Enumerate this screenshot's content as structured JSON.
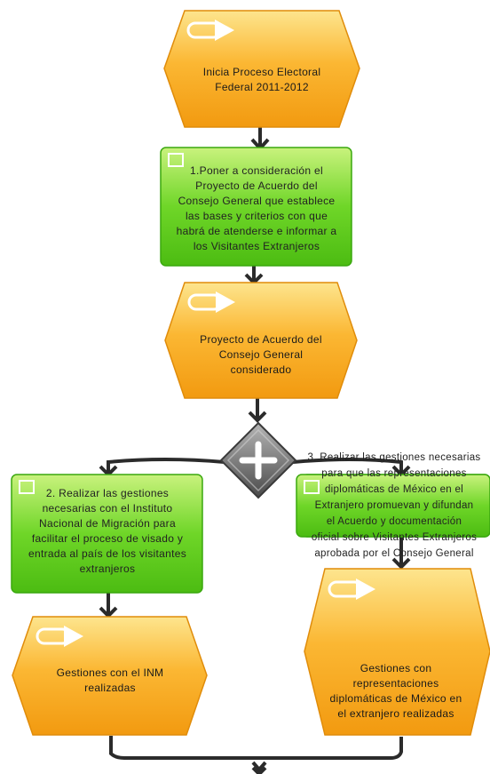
{
  "diagram": {
    "events": {
      "start": "Inicia Proceso Electoral\nFederal 2011-2012",
      "acuerdo_considerado": "Proyecto de Acuerdo del\nConsejo General\nconsiderado",
      "gestiones_inm": "Gestiones con el INM\nrealizadas",
      "gestiones_representaciones": "Gestiones con\nrepresentaciones\ndiplomáticas de México en\nel extranjero realizadas"
    },
    "functions": {
      "step1": "1.Poner a consideración el\nProyecto de Acuerdo del\nConsejo General que establece\nlas bases y criterios con que\nhabrá de atenderse e informar a\nlos Visitantes Extranjeros",
      "step2": "2. Realizar las gestiones\nnecesarias con el Instituto\nNacional de Migración para\nfacilitar el proceso de visado y\nentrada al país de los visitantes\nextranjeros",
      "step3": "3. Realizar las gestiones necesarias\npara que las representaciones\ndiplomáticas de México en el\nExtranjero promuevan y difundan\nel Acuerdo y documentación\noficial sobre Visitantes Extranjeros\naprobada por el Consejo General"
    },
    "gateway": "and-split",
    "colors": {
      "event_fill": "#f9a51a",
      "event_light": "#fde08a",
      "function_fill": "#5fd01f",
      "function_light": "#c8f07a",
      "connector": "#2b2b2b",
      "gateway": "#6e6e6e"
    }
  }
}
